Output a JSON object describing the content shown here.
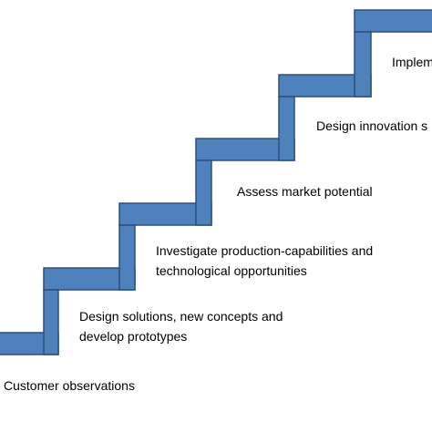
{
  "colors": {
    "stair_fill": "#4F81BD",
    "stair_stroke": "#2F4F7F",
    "text": "#000000"
  },
  "steps": [
    {
      "lines": [
        "Customer observations"
      ]
    },
    {
      "lines": [
        "Design solutions, new concepts and",
        "develop prototypes"
      ]
    },
    {
      "lines": [
        "Investigate production-capabilities and",
        "technological opportunities"
      ]
    },
    {
      "lines": [
        "Assess market potential"
      ]
    },
    {
      "lines": [
        "Design innovation s"
      ]
    },
    {
      "lines": [
        "Implem"
      ]
    }
  ]
}
